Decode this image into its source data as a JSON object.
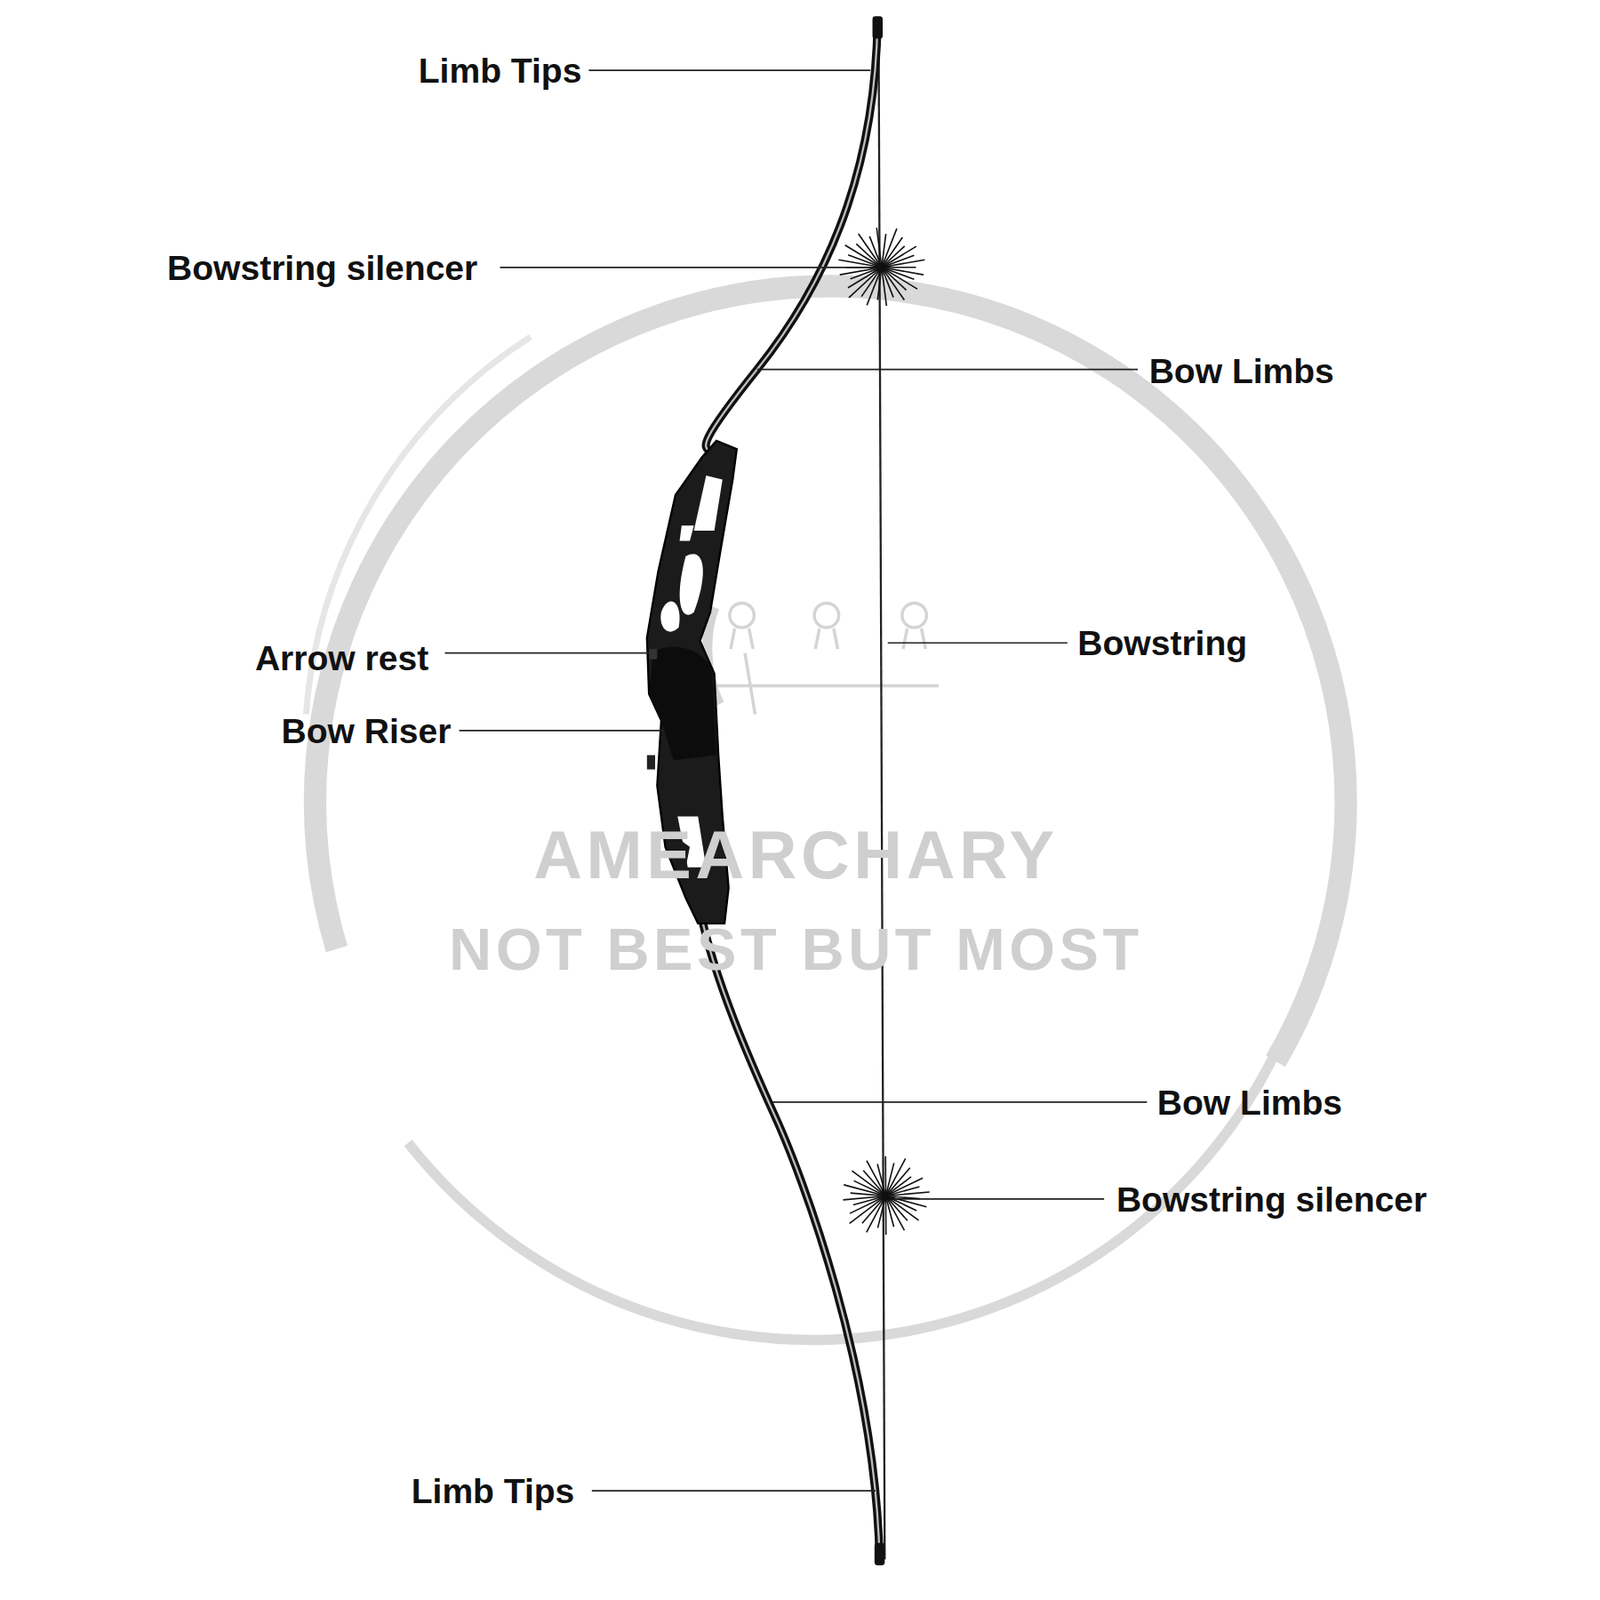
{
  "diagram": {
    "labels": [
      "Limb Tips",
      "Bowstring silencer",
      "Bow Limbs",
      "Bowstring",
      "Arrow rest",
      "Bow Riser",
      "AMEARCHARY",
      "NOT BEST BUT MOST",
      "Bow Limbs",
      "Bowstring silencer",
      "Limb Tips"
    ]
  }
}
